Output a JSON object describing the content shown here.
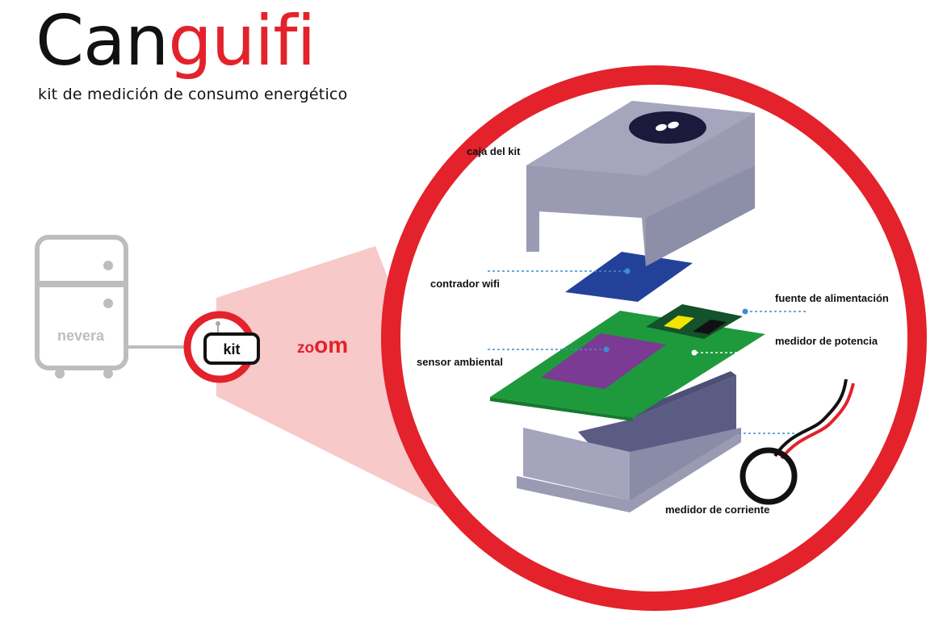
{
  "brand": {
    "title_part1": "Can",
    "title_part2": "guifi",
    "subtitle": "kit de medición de consumo energético"
  },
  "fridge": {
    "label": "nevera"
  },
  "kit": {
    "label": "kit"
  },
  "zoom": {
    "prefix": "zo",
    "suffix": "om"
  },
  "components": {
    "box": "caja del kit",
    "wifi": "contrador wifi",
    "power_supply": "fuente de alimentación",
    "power_meter": "medidor de potencia",
    "sensor": "sensor ambiental",
    "current_meter": "medidor de corriente"
  },
  "colors": {
    "accent_red": "#e3222b",
    "zoom_cone": "#f7c9c9",
    "fridge_gray": "#bdbdbd",
    "case_gray": "#9a9bb3",
    "case_dark": "#5b5c84",
    "pcb_green": "#1e9a3c",
    "wifi_blue": "#24419a",
    "sensor_purple": "#7b3a93",
    "leader_blue": "#3d8fd1"
  }
}
